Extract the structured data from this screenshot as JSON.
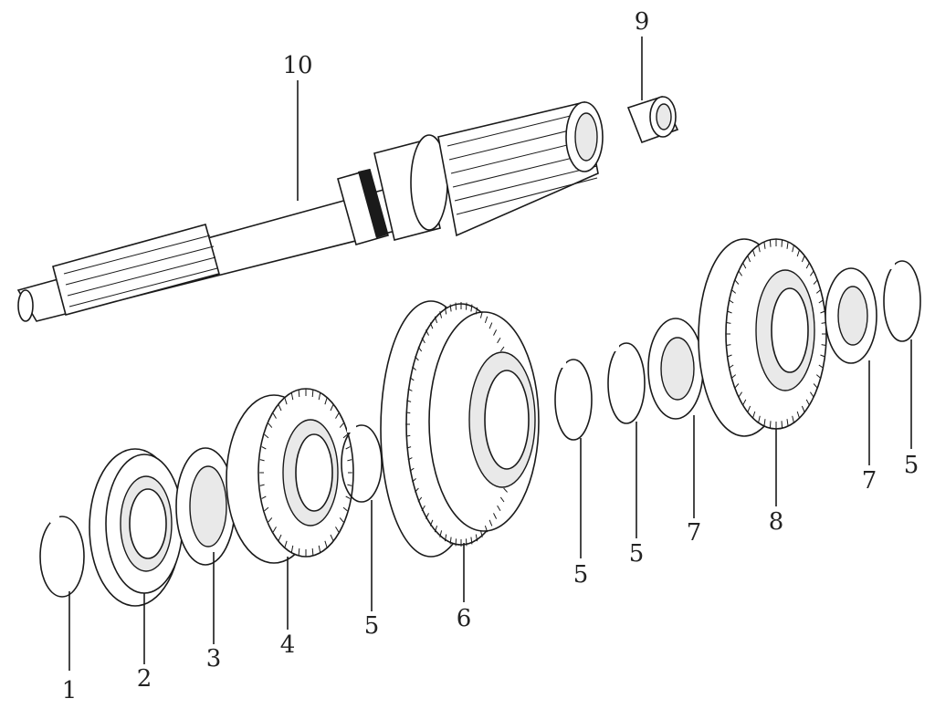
{
  "callouts": [
    {
      "id": "c1",
      "label": "1"
    },
    {
      "id": "c2",
      "label": "2"
    },
    {
      "id": "c3",
      "label": "3"
    },
    {
      "id": "c4",
      "label": "4"
    },
    {
      "id": "c5a",
      "label": "5"
    },
    {
      "id": "c6",
      "label": "6"
    },
    {
      "id": "c5b",
      "label": "5"
    },
    {
      "id": "c5c",
      "label": "5"
    },
    {
      "id": "c7a",
      "label": "7"
    },
    {
      "id": "c8",
      "label": "8"
    },
    {
      "id": "c7b",
      "label": "7"
    },
    {
      "id": "c5d",
      "label": "5"
    },
    {
      "id": "c9",
      "label": "9"
    },
    {
      "id": "c10",
      "label": "10"
    }
  ],
  "colors": {
    "line": "#1a1a1a",
    "fill": "#ffffff",
    "shade": "#e9e9e9"
  }
}
